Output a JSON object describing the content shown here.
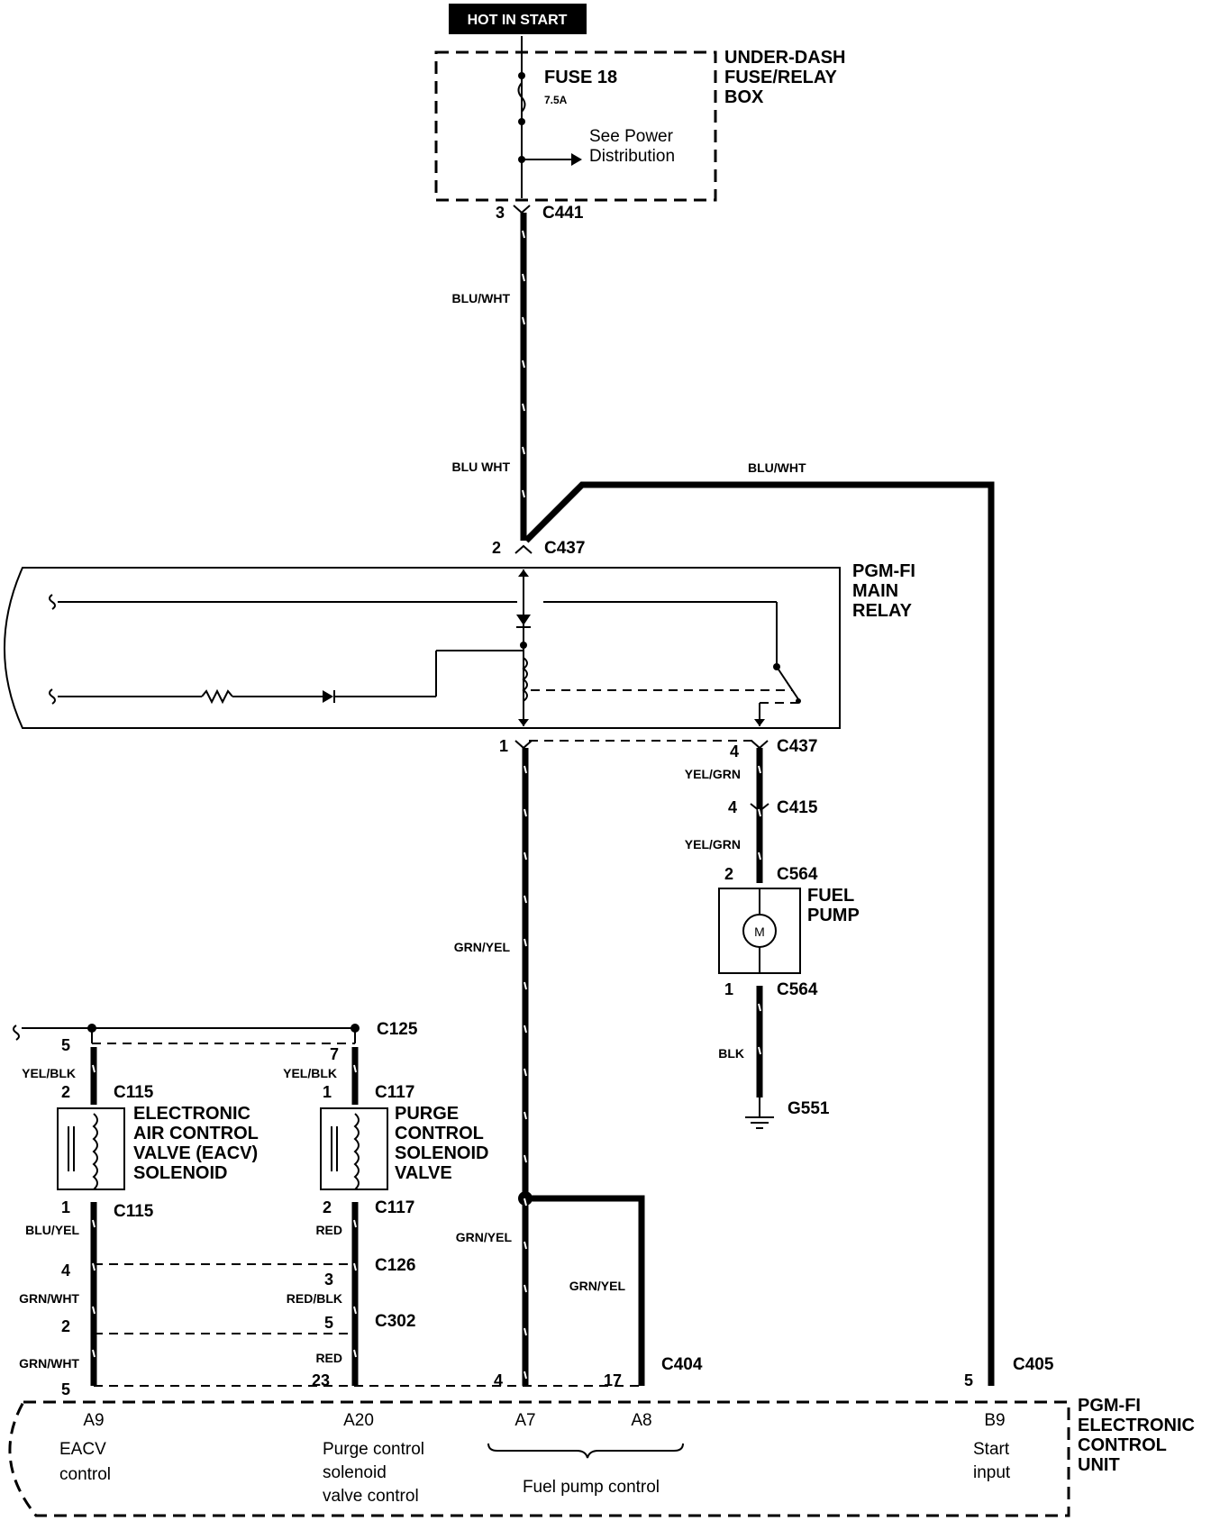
{
  "banner": "HOT IN START",
  "fuse_box": {
    "label_lines": [
      "UNDER-DASH",
      "FUSE/RELAY",
      "BOX"
    ],
    "fuse_name": "FUSE 18",
    "fuse_rating": "7.5A",
    "power_note_lines": [
      "See Power",
      "Distribution"
    ]
  },
  "wires": {
    "blu_wht_1": "BLU/WHT",
    "blu_wht_2": "BLU WHT",
    "blu_wht_3": "BLU/WHT",
    "grn_yel_1": "GRN/YEL",
    "grn_yel_2": "GRN/YEL",
    "grn_yel_3": "GRN/YEL",
    "yel_grn_1": "YEL/GRN",
    "yel_grn_2": "YEL/GRN",
    "blk": "BLK",
    "yel_blk_1": "YEL/BLK",
    "yel_blk_2": "YEL/BLK",
    "blu_yel": "BLU/YEL",
    "grn_wht_1": "GRN/WHT",
    "grn_wht_2": "GRN/WHT",
    "red_1": "RED",
    "red_blk": "RED/BLK",
    "red_2": "RED"
  },
  "connectors": {
    "c441": "C441",
    "c437_top": "C437",
    "c437_bot": "C437",
    "c415": "C415",
    "c564_top": "C564",
    "c564_bot": "C564",
    "g551": "G551",
    "c125": "C125",
    "c115_top": "C115",
    "c115_bot": "C115",
    "c117_top": "C117",
    "c117_bot": "C117",
    "c126": "C126",
    "c302": "C302",
    "c404": "C404",
    "c405": "C405"
  },
  "pins": {
    "c441": "3",
    "c437_top": "2",
    "c437_left": "1",
    "c437_right": "4",
    "c415": "4",
    "c564_top": "2",
    "c564_bot": "1",
    "c125_left": "5",
    "c125_right": "7",
    "c115_top": "2",
    "c117_top": "1",
    "c115_bot": "1",
    "c117_bot": "2",
    "c126_left": "4",
    "c126_right": "3",
    "c302_left": "2",
    "c302_right": "5",
    "ecu_left": "5",
    "ecu_a20": "23",
    "ecu_a7": "4",
    "ecu_a8": "17",
    "ecu_b9": "5"
  },
  "relay": {
    "label_lines": [
      "PGM-FI",
      "MAIN",
      "RELAY"
    ]
  },
  "fuel_pump": {
    "label_lines": [
      "FUEL",
      "PUMP"
    ],
    "motor": "M"
  },
  "eacv": {
    "label_lines": [
      "ELECTRONIC",
      "AIR CONTROL",
      "VALVE (EACV)",
      "SOLENOID"
    ]
  },
  "purge": {
    "label_lines": [
      "PURGE",
      "CONTROL",
      "SOLENOID",
      "VALVE"
    ]
  },
  "ecu": {
    "label_lines": [
      "PGM-FI",
      "ELECTRONIC",
      "CONTROL",
      "UNIT"
    ],
    "terminals": {
      "a9": "A9",
      "a20": "A20",
      "a7": "A7",
      "a8": "A8",
      "b9": "B9"
    },
    "eacv_lines": [
      "EACV",
      "control"
    ],
    "purge_lines": [
      "Purge control",
      "solenoid",
      "valve control"
    ],
    "fuel_pump_control": "Fuel pump control",
    "start_lines": [
      "Start",
      "input"
    ]
  }
}
